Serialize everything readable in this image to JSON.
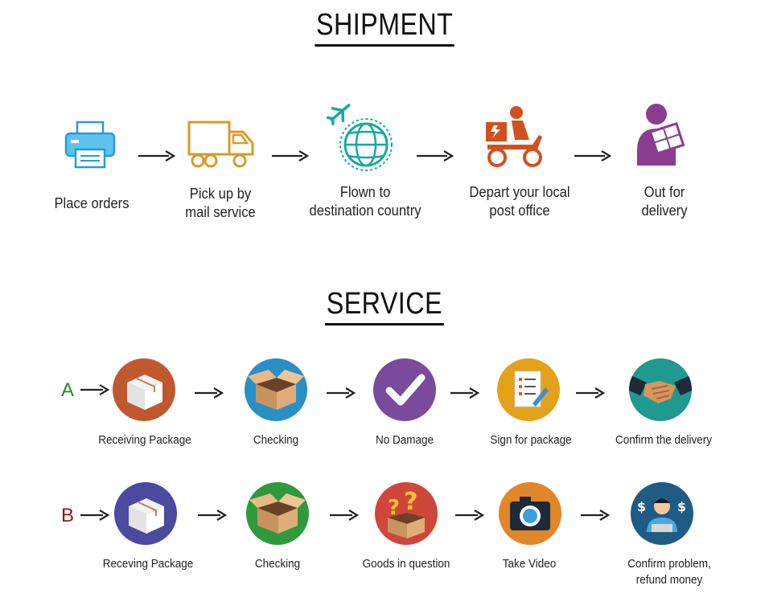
{
  "shipment": {
    "title": "SHIPMENT",
    "steps": [
      {
        "label": "Place orders",
        "icon": "printer-icon"
      },
      {
        "label": "Pick up by\nmail service",
        "icon": "truck-icon"
      },
      {
        "label": "Flown to\ndestination country",
        "icon": "globe-plane-icon"
      },
      {
        "label": "Depart your local\npost office",
        "icon": "scooter-courier-icon"
      },
      {
        "label": "Out for\ndelivery",
        "icon": "person-package-icon"
      }
    ]
  },
  "service": {
    "title": "SERVICE",
    "row_a": {
      "letter": "A",
      "letter_color": "#1e8a2e",
      "steps": [
        {
          "label": "Receiving Package",
          "icon": "package-icon",
          "color": "#c0582f"
        },
        {
          "label": "Checking",
          "icon": "open-box-icon",
          "color": "#2a8fc4"
        },
        {
          "label": "No Damage",
          "icon": "checkmark-icon",
          "color": "#7a4a9c"
        },
        {
          "label": "Sign for package",
          "icon": "document-pen-icon",
          "color": "#e3a21a"
        },
        {
          "label": "Confirm the delivery",
          "icon": "handshake-icon",
          "color": "#1f9a8e"
        }
      ]
    },
    "row_b": {
      "letter": "B",
      "letter_color": "#8b1a1a",
      "steps": [
        {
          "label": "Receving Package",
          "icon": "package-icon",
          "color": "#4b4aa0"
        },
        {
          "label": "Checking",
          "icon": "open-box-icon",
          "color": "#2e9a3c"
        },
        {
          "label": "Goods in question",
          "icon": "question-box-icon",
          "color": "#d0463a"
        },
        {
          "label": "Take Video",
          "icon": "camera-icon",
          "color": "#e0872a"
        },
        {
          "label": "Confirm problem,\nrefund money",
          "icon": "refund-person-icon",
          "color": "#1f5c85"
        }
      ]
    }
  }
}
